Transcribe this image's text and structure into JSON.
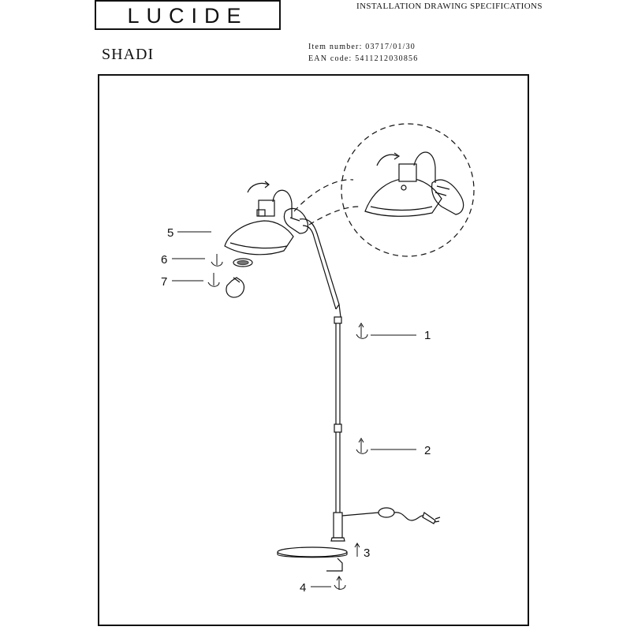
{
  "header": {
    "brand": "LUCIDE",
    "spec_title": "INSTALLATION DRAWING SPECIFICATIONS",
    "product_name": "SHADI",
    "item_number": "Item number: 03717/01/30",
    "ean_code": "EAN code: 5411212030856"
  },
  "steps": [
    "1",
    "2",
    "3",
    "4",
    "5",
    "6",
    "7"
  ]
}
